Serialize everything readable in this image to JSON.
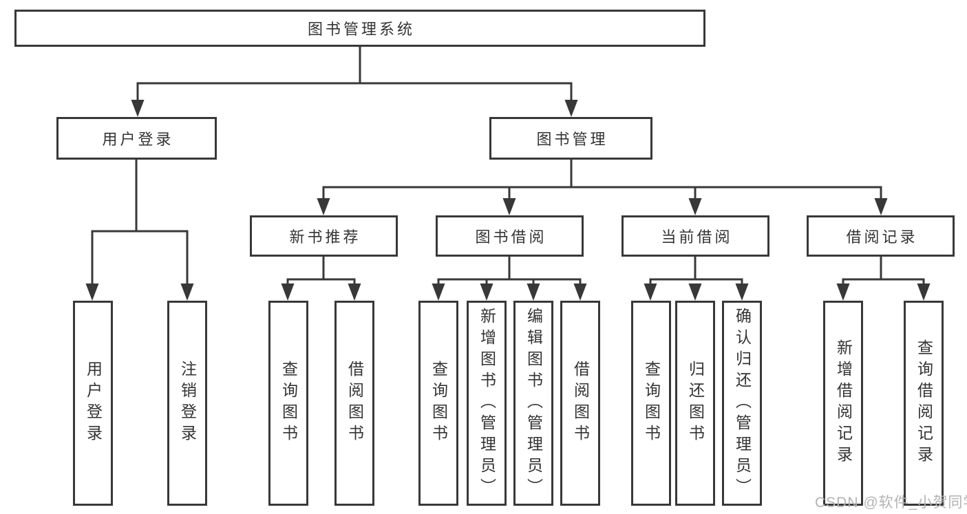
{
  "tree": {
    "root": {
      "label": "图书管理系统"
    },
    "children": [
      {
        "label": "用户登录",
        "children": [
          {
            "label": "用户登录"
          },
          {
            "label": "注销登录"
          }
        ]
      },
      {
        "label": "图书管理",
        "children": [
          {
            "label": "新书推荐",
            "children": [
              {
                "label": "查询图书"
              },
              {
                "label": "借阅图书"
              }
            ]
          },
          {
            "label": "图书借阅",
            "children": [
              {
                "label": "查询图书"
              },
              {
                "label": "新增图书（管理员）"
              },
              {
                "label": "编辑图书（管理员）"
              },
              {
                "label": "借阅图书"
              }
            ]
          },
          {
            "label": "当前借阅",
            "children": [
              {
                "label": "查询图书"
              },
              {
                "label": "归还图书"
              },
              {
                "label": "确认归还（管理员）"
              }
            ]
          },
          {
            "label": "借阅记录",
            "children": [
              {
                "label": "新增借阅记录"
              },
              {
                "label": "查询借阅记录"
              }
            ]
          }
        ]
      }
    ]
  },
  "watermark": {
    "text": "CSDN @软件_小贺同学"
  },
  "colors": {
    "line": "#383838",
    "text": "#333333",
    "watermark": "#b3b3b3",
    "background": "#ffffff"
  }
}
